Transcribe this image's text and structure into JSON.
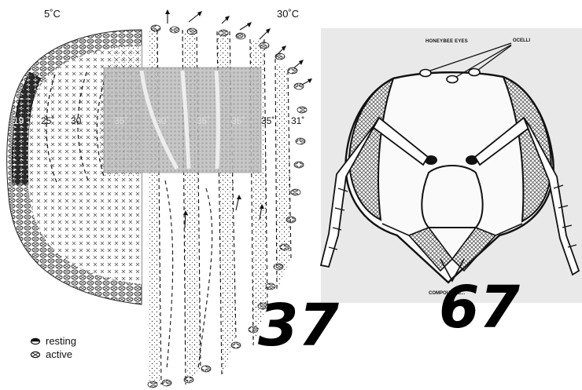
{
  "cluster": {
    "temp_cold": "5˚C",
    "temp_warm": "30˚C",
    "inner_temps": [
      "19",
      "25˚",
      "30",
      "35˚",
      "30˚",
      "35˚",
      "35˚",
      "35˚",
      "31˚"
    ],
    "legend": {
      "resting_label": "resting",
      "active_label": "active"
    },
    "figure_number": "37"
  },
  "head": {
    "title": "HONEYBEE EYES",
    "ocelli_label": "OCELLI",
    "compound_label": "COMPOUND E...",
    "figure_number": "67"
  },
  "colors": {
    "ink": "#111111",
    "photo_bg": "#e9e9e9",
    "hatch": "#555555"
  }
}
